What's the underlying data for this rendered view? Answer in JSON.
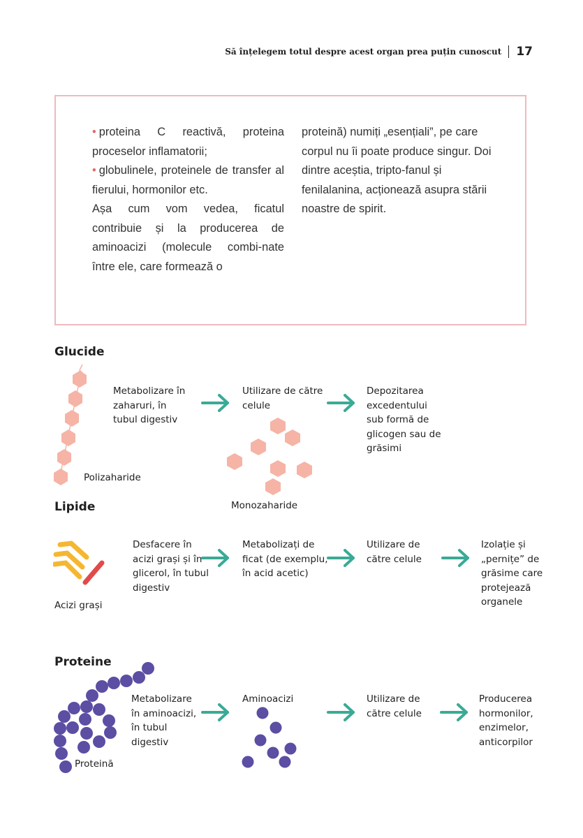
{
  "header": {
    "title": "Să înțelegem totul despre acest organ prea puțin cunoscut",
    "page_number": "17"
  },
  "box": {
    "left_col": {
      "item1": "proteina C reactivă, proteina proceselor inflamatorii;",
      "item2": "globulinele, proteinele de transfer al fierului, hormonilor etc.",
      "para": "Așa cum vom vedea, ficatul contribuie și la producerea de aminoacizi (molecule combi-nate între ele, care formează o"
    },
    "right_col": {
      "para": "proteină) numiți „esențiali”, pe care corpul nu îi poate produce singur. Doi dintre aceștia, tripto-fanul și fenilalanina, acționează asupra stării noastre de spirit."
    }
  },
  "colors": {
    "box_border": "#f0b9bd",
    "bullet": "#e06a6a",
    "arrow": "#3aaa96",
    "hexagon": "#f5b4a6",
    "fat_yellow": "#f5b731",
    "fat_red": "#e24a4a",
    "protein": "#5b4ea3"
  },
  "glucide": {
    "title": "Glucide",
    "illustration_label": "Polizaharide",
    "step1": "Metabolizare în zaharuri, în tubul digestiv",
    "step2": "Utilizare de către celule",
    "step2_illustration_label": "Monozaharide",
    "step3": "Depozitarea excedentului sub formă de glicogen sau de grăsimi"
  },
  "lipide": {
    "title": "Lipide",
    "illustration_label": "Acizi grași",
    "step1": "Desfacere în acizi grași și în glicerol, în tubul digestiv",
    "step2": "Metabolizați de ficat (de exemplu, în acid acetic)",
    "step3": "Utilizare de către celule",
    "step4": "Izolație și „pernițe” de grăsime care protejează organele"
  },
  "proteine": {
    "title": "Proteine",
    "illustration_label": "Proteină",
    "step1": "Metabolizare în aminoacizi, în tubul digestiv",
    "step2": "Aminoacizi",
    "step3": "Utilizare de către celule",
    "step4": "Producerea hormonilor, enzimelor, anticorpilor"
  },
  "icons": {
    "arrow": "right-arrow-icon",
    "bullet": "bullet-dot-icon"
  }
}
